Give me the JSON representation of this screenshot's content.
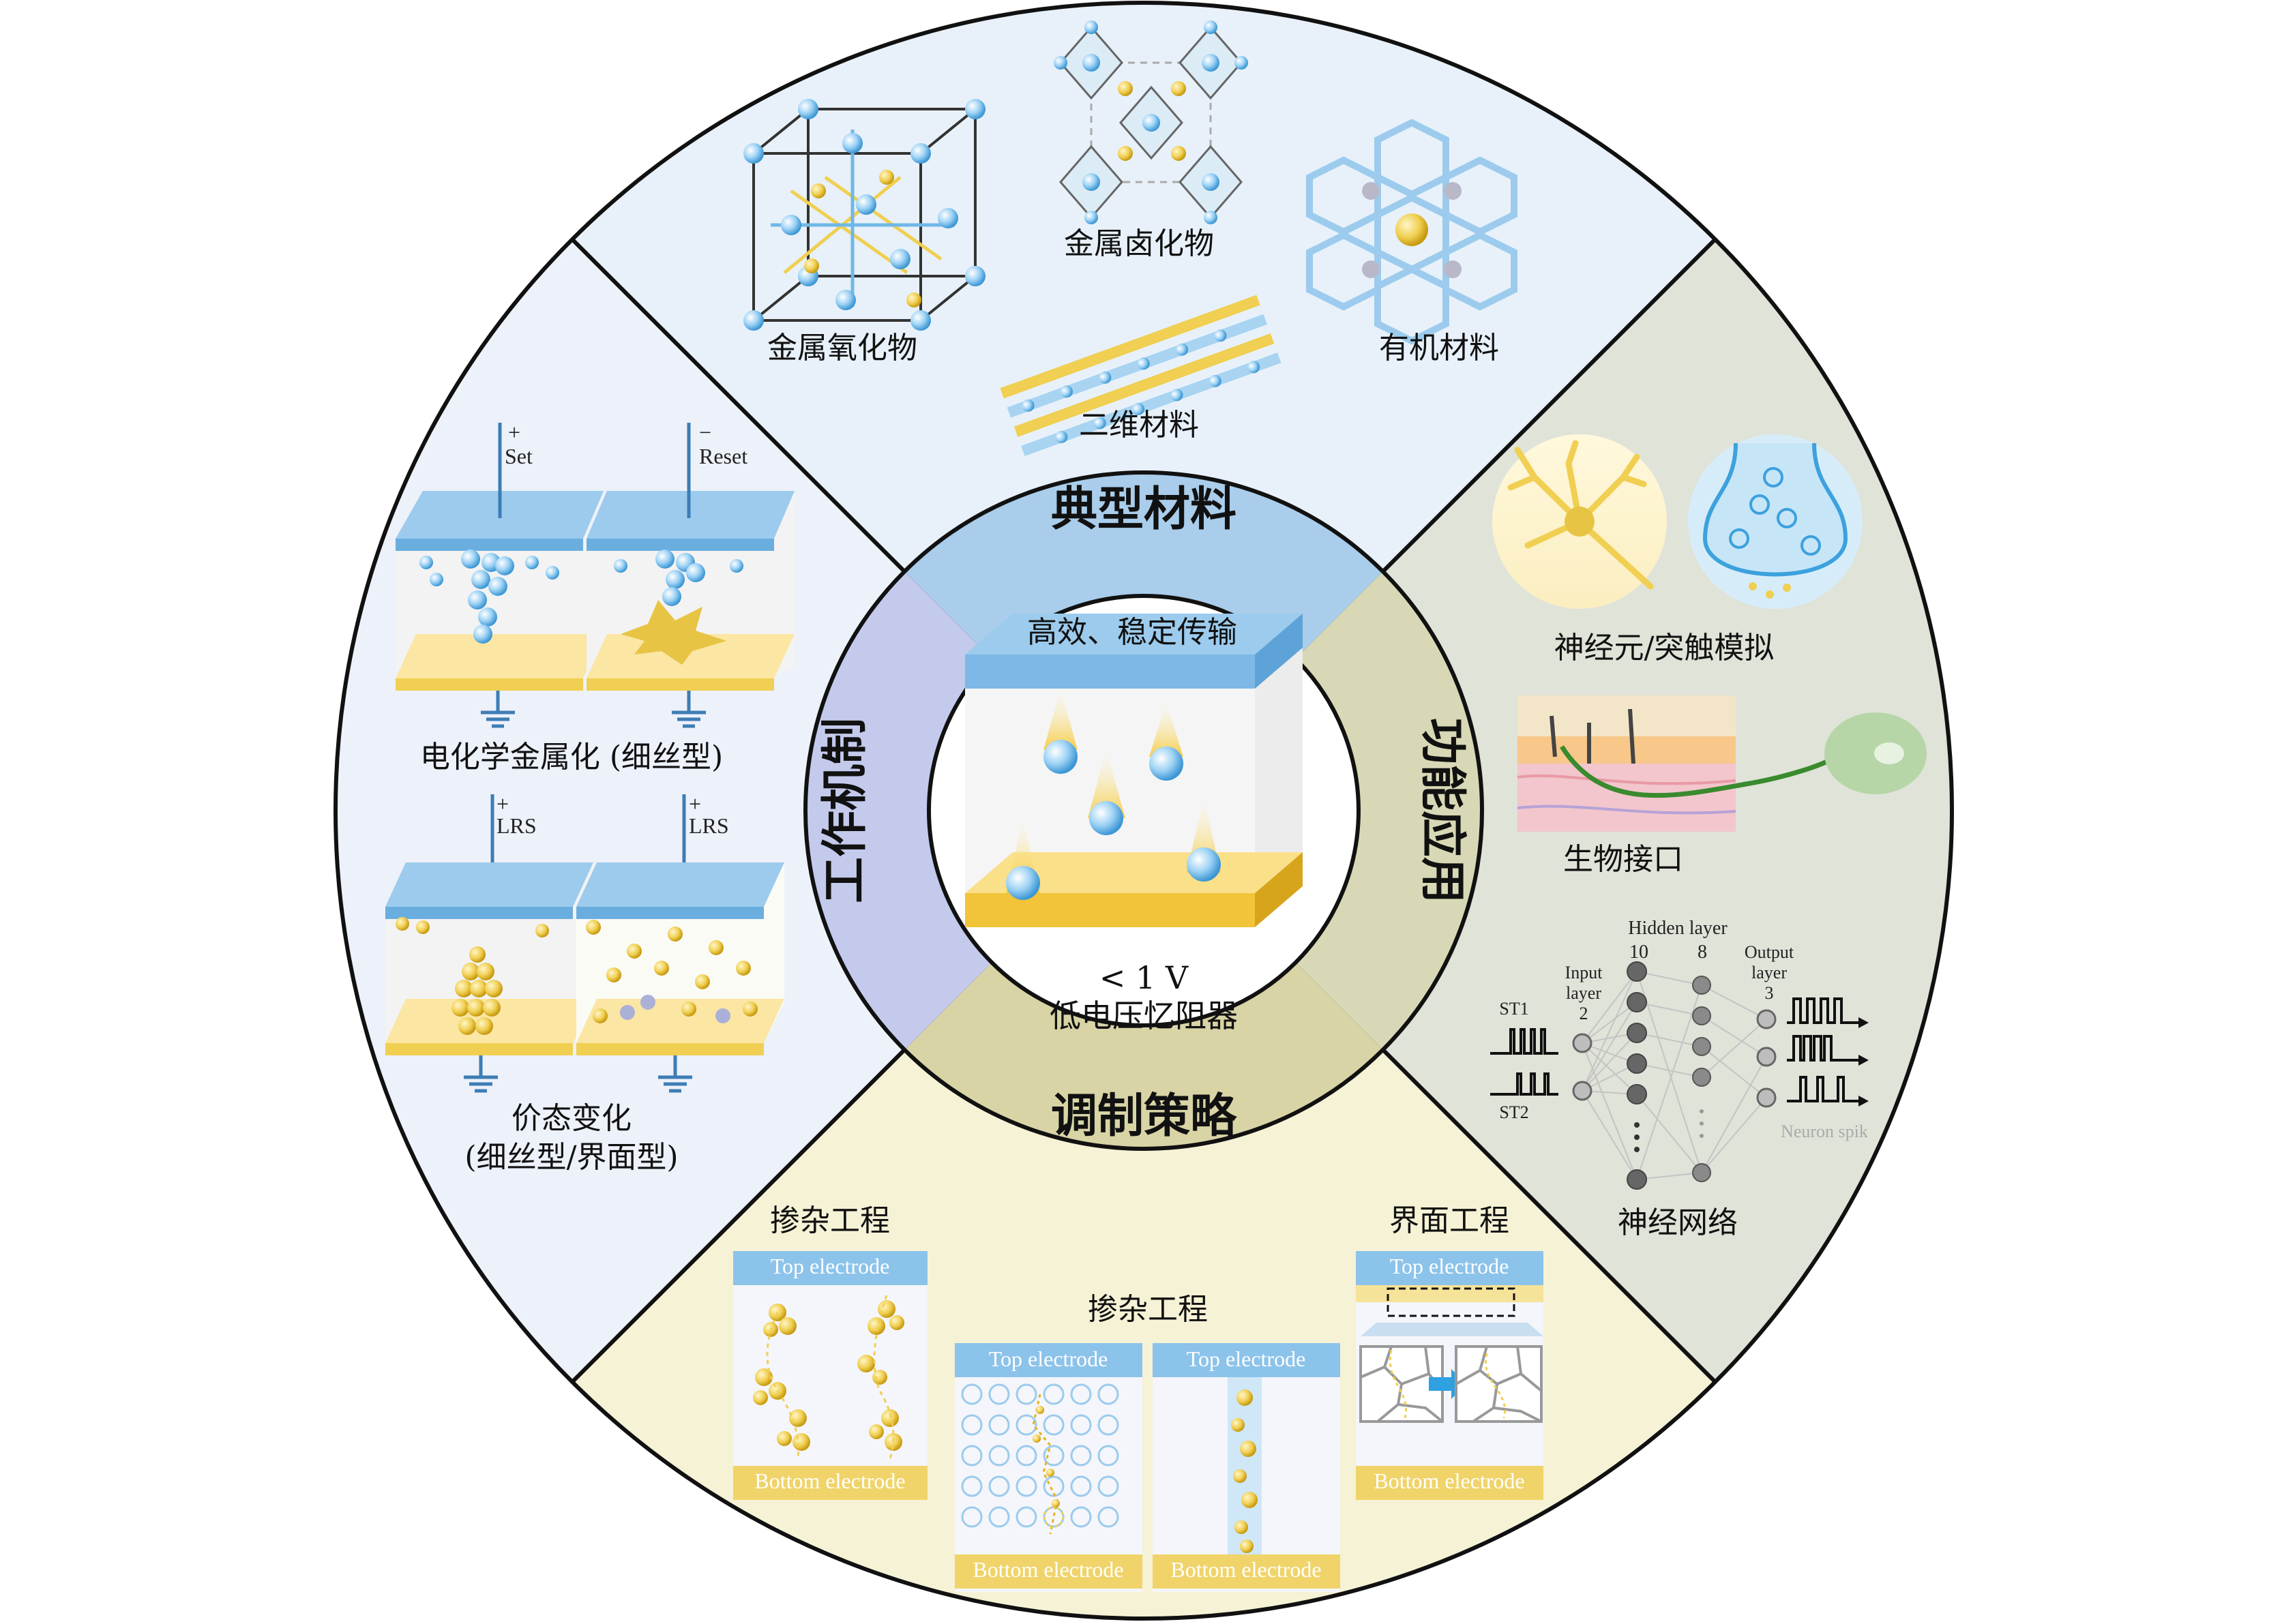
{
  "center": {
    "top_label": "高效、稳定传输",
    "voltage": "< 1 V",
    "device": "低电压忆阻器"
  },
  "ring": {
    "top": "典型材料",
    "left": "工作机制",
    "right": "功能应用",
    "bottom": "调制策略"
  },
  "materials": {
    "metal_oxide": "金属氧化物",
    "metal_halide": "金属卤化物",
    "organic": "有机材料",
    "two_d": "二维材料"
  },
  "mechanism": {
    "set_sign": "+",
    "set_label": "Set",
    "reset_sign": "−",
    "reset_label": "Reset",
    "ecm_caption": "电化学金属化 (细丝型)",
    "lrs_sign_1": "+",
    "lrs_label_1": "LRS",
    "lrs_sign_2": "+",
    "lrs_label_2": "LRS",
    "vcm_caption_1": "价态变化",
    "vcm_caption_2": "(细丝型/界面型)"
  },
  "application": {
    "neuron_caption": "神经元/突触模拟",
    "bio_caption": "生物接口",
    "nn_caption": "神经网络",
    "hidden_layer": "Hidden layer",
    "hidden_10": "10",
    "hidden_8": "8",
    "input_layer_1": "Input",
    "input_layer_2": "layer",
    "input_layer_3": "2",
    "output_layer_1": "Output",
    "output_layer_2": "layer",
    "output_layer_3": "3",
    "st1": "ST1",
    "st2": "ST2",
    "neuron_spike": "Neuron spik"
  },
  "strategy": {
    "doping_left": "掺杂工程",
    "doping_mid": "掺杂工程",
    "interface": "界面工程",
    "top_electrode": "Top electrode",
    "bottom_electrode": "Bottom electrode"
  },
  "colors": {
    "quad_top": "#e8f1f9",
    "quad_left": "#edf1fa",
    "quad_right": "#dfe3d8",
    "quad_bottom": "#f6f2d6",
    "ring_top": "#a9cdea",
    "ring_left": "#c4caec",
    "ring_right": "#d8d8b6",
    "ring_bottom": "#d8d4a6",
    "electrode_blue": "#8cc3ea",
    "electrode_yellow": "#f0d46a"
  }
}
